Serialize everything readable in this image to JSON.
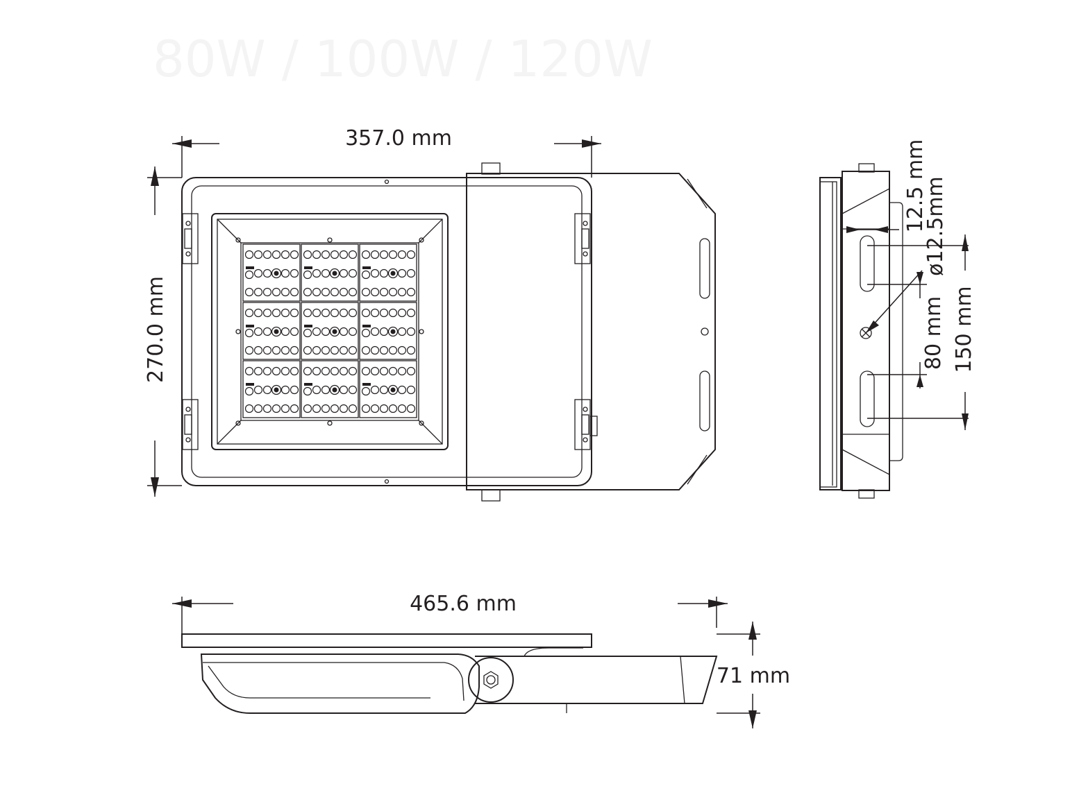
{
  "header": {
    "title": "80W / 100W / 120W"
  },
  "dimensions": {
    "front_width": "357.0 mm",
    "front_height": "270.0 mm",
    "side_length": "465.6 mm",
    "side_height": "71 mm",
    "bracket_slot_width": "12.5 mm",
    "bracket_hole": "ø12.5mm",
    "bracket_hole_spacing": "80 mm",
    "bracket_slot_span": "150 mm"
  },
  "led_array": {
    "module_rows": 3,
    "module_cols": 3,
    "leds_per_row": 6,
    "rows_per_module": 3
  }
}
